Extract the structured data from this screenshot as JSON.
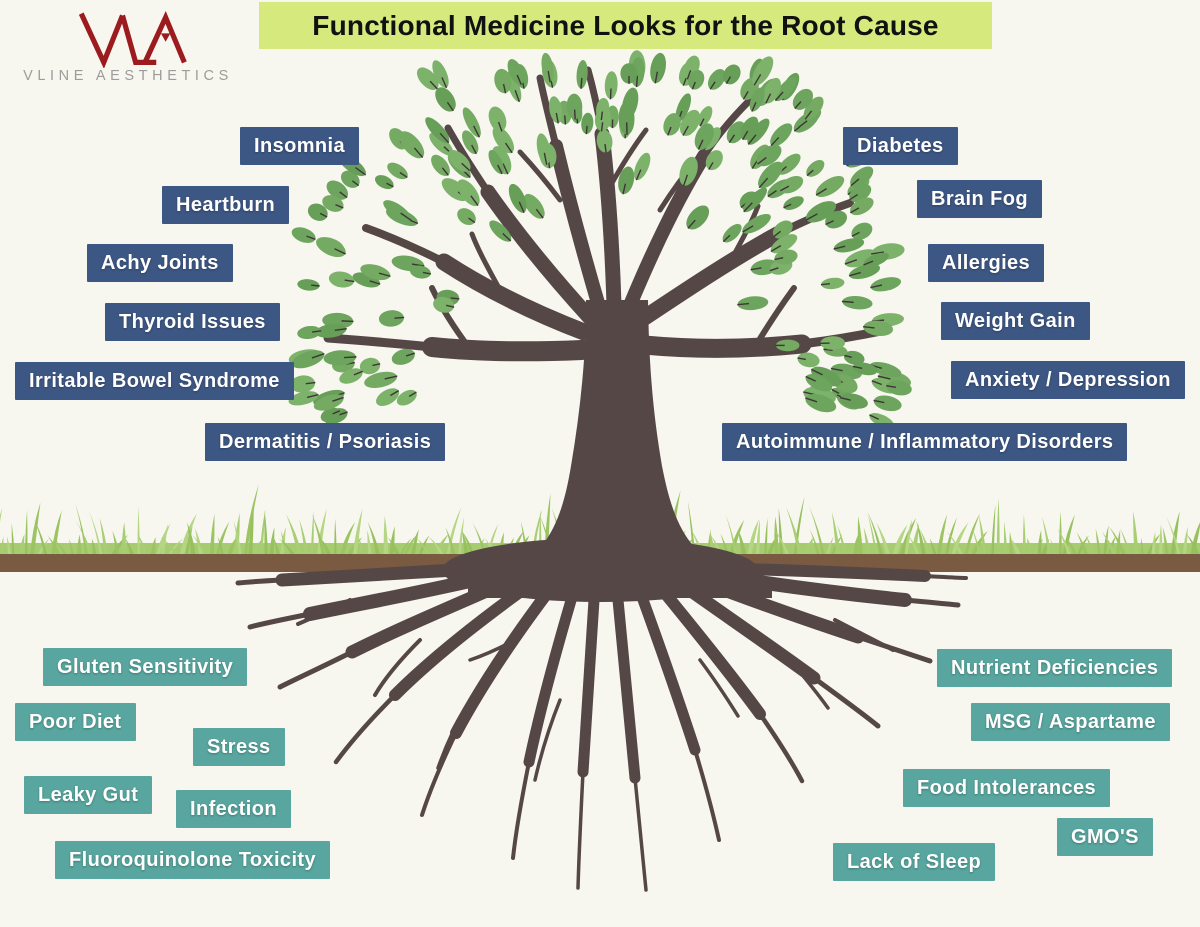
{
  "banner": {
    "title": "Functional Medicine Looks for the Root Cause"
  },
  "logo": {
    "mark": "VLA",
    "name": "VLINE AESTHETICS"
  },
  "tree": {
    "description": "Tree illustration: symptoms shown as leaves/branches above ground, root causes shown as roots below ground",
    "above_ground": "symptoms",
    "below_ground": "root causes"
  },
  "symptoms_left": [
    "Insomnia",
    "Heartburn",
    "Achy Joints",
    "Thyroid Issues",
    "Irritable Bowel Syndrome",
    "Dermatitis / Psoriasis"
  ],
  "symptoms_right": [
    "Diabetes",
    "Brain Fog",
    "Allergies",
    "Weight Gain",
    "Anxiety / Depression",
    "Autoimmune / Inflammatory Disorders"
  ],
  "root_causes_left": [
    "Gluten Sensitivity",
    "Poor Diet",
    "Stress",
    "Leaky Gut",
    "Infection",
    "Fluoroquinolone Toxicity"
  ],
  "root_causes_right": [
    "Nutrient Deficiencies",
    "MSG / Aspartame",
    "Food Intolerances",
    "GMO'S",
    "Lack of Sleep"
  ],
  "colors": {
    "background": "#f7f6ef",
    "banner_bg": "#d6e97c",
    "banner_text": "#111111",
    "symptom_bg": "#3d5784",
    "cause_bg": "#58a69f",
    "label_text": "#ffffff",
    "leaf_green": "#6da45e",
    "grass_green": "#a6cb71",
    "soil_brown": "#7a5b42",
    "tree_brown": "#564747",
    "logo_red": "#9b1b1e",
    "logo_gray": "#9c9c9c"
  }
}
